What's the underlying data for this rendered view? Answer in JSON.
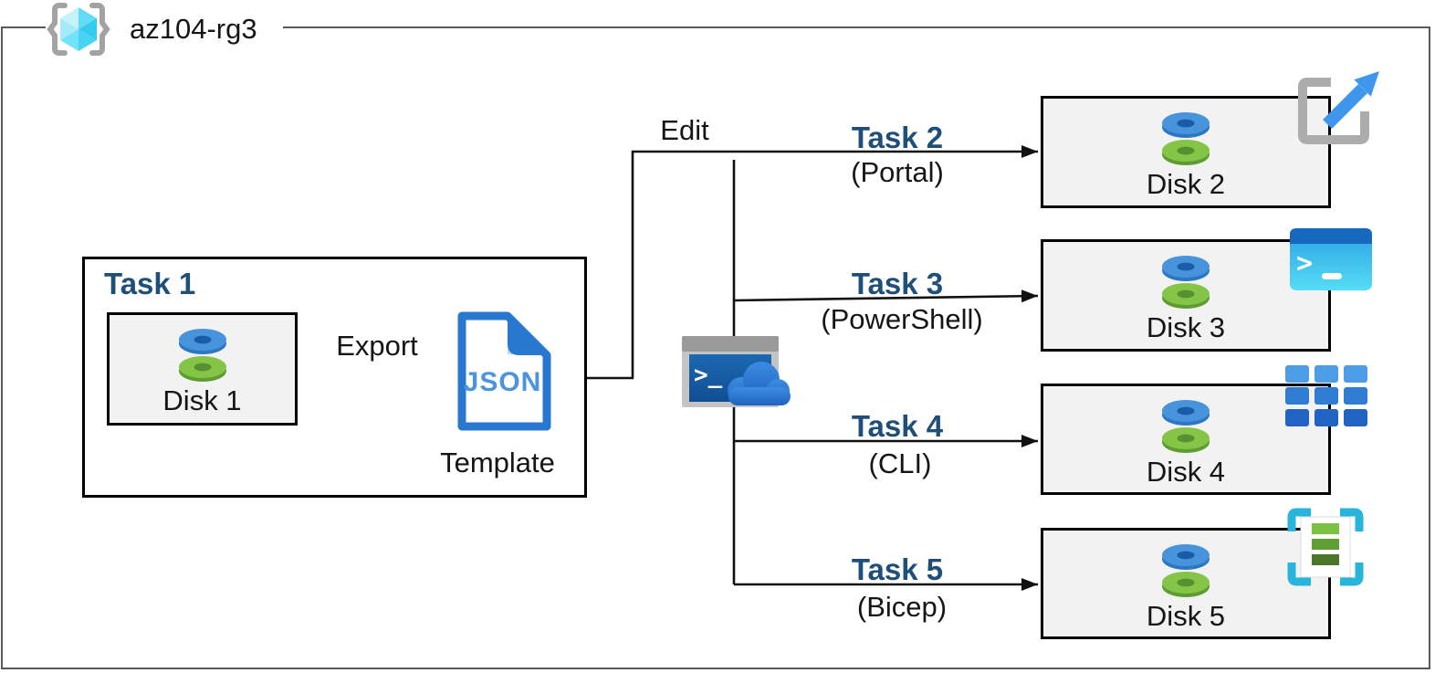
{
  "resource_group": {
    "name": "az104-rg3"
  },
  "task1": {
    "title": "Task 1",
    "disk_label": "Disk 1",
    "arrow_label": "Export",
    "template_doc_text": "JSON",
    "template_caption": "Template"
  },
  "edit_label": "Edit",
  "branches": [
    {
      "task": "Task 2",
      "tool": "(Portal)",
      "disk": "Disk 2",
      "corner_icon": "export-template-icon"
    },
    {
      "task": "Task 3",
      "tool": "(PowerShell)",
      "disk": "Disk 3",
      "corner_icon": "powershell-icon"
    },
    {
      "task": "Task 4",
      "tool": "(CLI)",
      "disk": "Disk 4",
      "corner_icon": "cli-icon"
    },
    {
      "task": "Task 5",
      "tool": "(Bicep)",
      "disk": "Disk 5",
      "corner_icon": "bicep-icon"
    }
  ],
  "colors": {
    "task_label": "#1f4e79",
    "outer_border": "#595959",
    "box_fill": "#f2f2f2",
    "connector": "#111111",
    "disk_blue": "#4793dc",
    "disk_green": "#84c447",
    "json_blue": "#2878d0",
    "bicep_cyan": "#28b5db"
  }
}
